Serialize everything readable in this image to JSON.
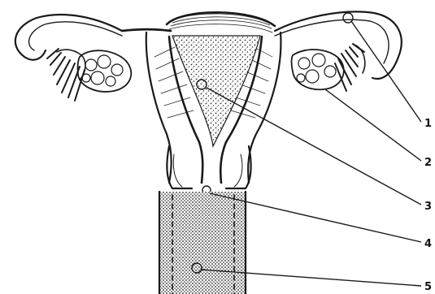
{
  "callouts": [
    {
      "id": 1,
      "label": "1"
    },
    {
      "id": 2,
      "label": "2"
    },
    {
      "id": 3,
      "label": "3"
    },
    {
      "id": 4,
      "label": "4"
    },
    {
      "id": 5,
      "label": "5"
    }
  ],
  "colors": {
    "ink": "#1a1a1a",
    "paper": "#ffffff",
    "stipple": "#2a2a2a"
  }
}
